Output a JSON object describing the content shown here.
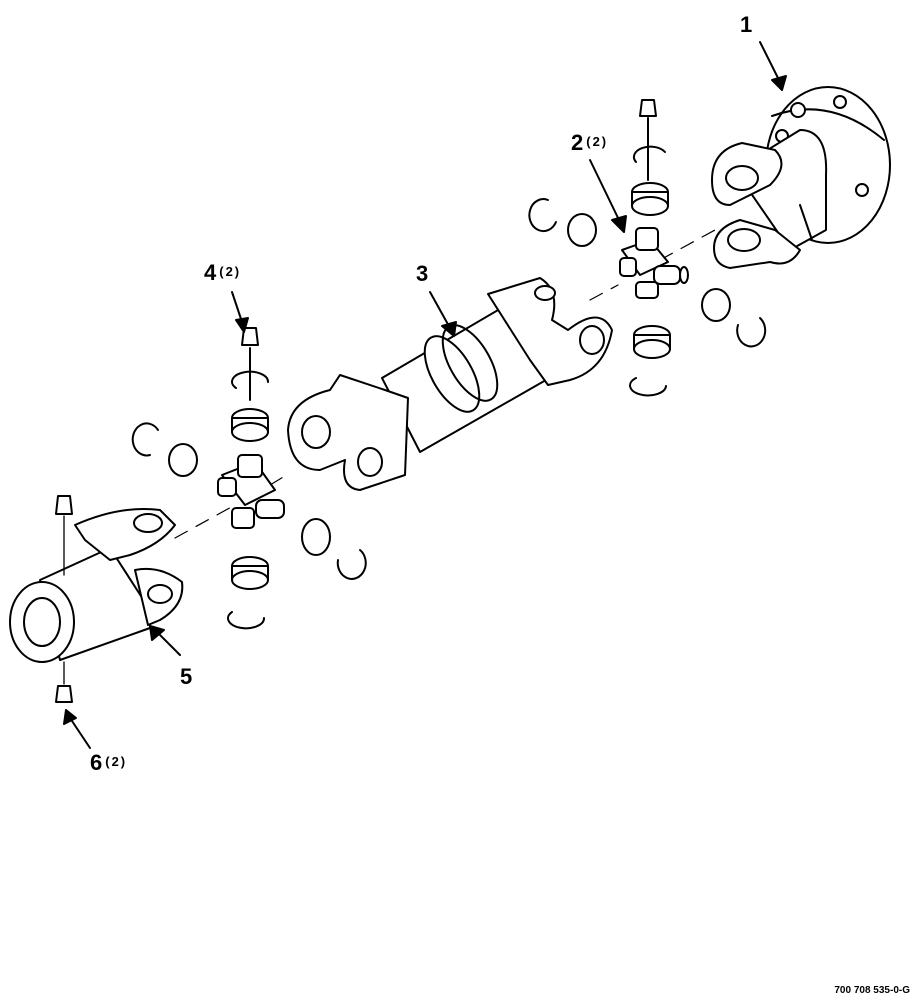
{
  "figure_id": "700 708 535-0-G",
  "callouts": [
    {
      "number": "1",
      "qty": ""
    },
    {
      "number": "2",
      "qty": "(2)"
    },
    {
      "number": "3",
      "qty": ""
    },
    {
      "number": "4",
      "qty": "(2)"
    },
    {
      "number": "5",
      "qty": ""
    },
    {
      "number": "6",
      "qty": "(2)"
    }
  ]
}
